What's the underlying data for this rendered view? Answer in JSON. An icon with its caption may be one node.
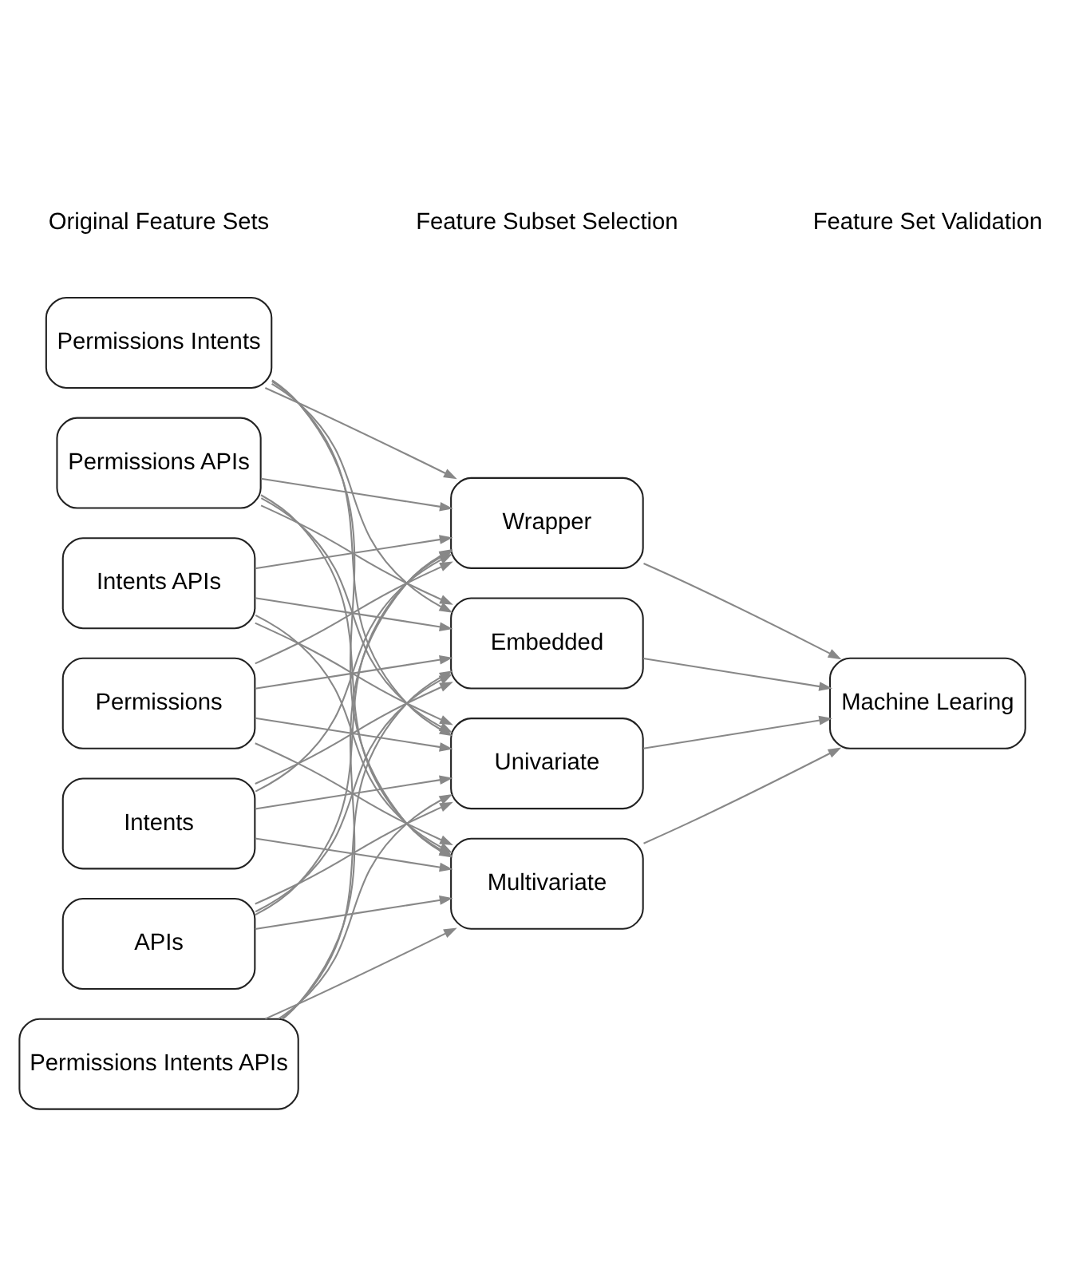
{
  "diagram": {
    "nodes": [
      {
        "text": [
          "Permissions Intents APIs"
        ]
      },
      {
        "text": [
          "Permissions Intents"
        ]
      },
      {
        "text": [
          "Permissions APIs"
        ]
      },
      {
        "text": [
          "Intents APIs"
        ]
      },
      {
        "text": [
          "Permissions"
        ]
      },
      {
        "text": [
          "Intents"
        ]
      },
      {
        "text": [
          "APIs"
        ]
      },
      {
        "text": [
          "Univariate"
        ]
      },
      {
        "text": [
          "Multivariate"
        ]
      },
      {
        "text": [
          "Wrapper"
        ]
      },
      {
        "text": [
          "Embedded"
        ]
      },
      {
        "text": [
          "Machine Learing"
        ]
      }
    ],
    "edges": [
      {
        "from": 0,
        "to": 7,
        "arrow": "to"
      },
      {
        "from": 0,
        "to": 8,
        "arrow": "to"
      },
      {
        "from": 0,
        "to": 9,
        "arrow": "to"
      },
      {
        "from": 0,
        "to": 10,
        "arrow": "to"
      },
      {
        "from": 1,
        "to": 7,
        "arrow": "to"
      },
      {
        "from": 1,
        "to": 8,
        "arrow": "to"
      },
      {
        "from": 1,
        "to": 9,
        "arrow": "to"
      },
      {
        "from": 1,
        "to": 10,
        "arrow": "to"
      },
      {
        "from": 2,
        "to": 7,
        "arrow": "to"
      },
      {
        "from": 2,
        "to": 8,
        "arrow": "to"
      },
      {
        "from": 2,
        "to": 9,
        "arrow": "to"
      },
      {
        "from": 2,
        "to": 10,
        "arrow": "to"
      },
      {
        "from": 3,
        "to": 7,
        "arrow": "to"
      },
      {
        "from": 3,
        "to": 8,
        "arrow": "to"
      },
      {
        "from": 3,
        "to": 9,
        "arrow": "to"
      },
      {
        "from": 3,
        "to": 10,
        "arrow": "to"
      },
      {
        "from": 4,
        "to": 7,
        "arrow": "to"
      },
      {
        "from": 4,
        "to": 8,
        "arrow": "to"
      },
      {
        "from": 4,
        "to": 9,
        "arrow": "to"
      },
      {
        "from": 4,
        "to": 10,
        "arrow": "to"
      },
      {
        "from": 5,
        "to": 7,
        "arrow": "to"
      },
      {
        "from": 5,
        "to": 8,
        "arrow": "to"
      },
      {
        "from": 5,
        "to": 9,
        "arrow": "to"
      },
      {
        "from": 5,
        "to": 10,
        "arrow": "to"
      },
      {
        "from": 6,
        "to": 7,
        "arrow": "to"
      },
      {
        "from": 6,
        "to": 8,
        "arrow": "to"
      },
      {
        "from": 6,
        "to": 9,
        "arrow": "to"
      },
      {
        "from": 6,
        "to": 10,
        "arrow": "to"
      },
      {
        "from": 7,
        "to": 11,
        "arrow": "to"
      },
      {
        "from": 8,
        "to": 11,
        "arrow": "to"
      },
      {
        "from": 9,
        "to": 11,
        "arrow": "to"
      },
      {
        "from": 10,
        "to": 11,
        "arrow": "to"
      }
    ],
    "labels": [
      "Original Feature Sets",
      "Feature Subset Selection",
      "Feature Set Validation"
    ]
  }
}
